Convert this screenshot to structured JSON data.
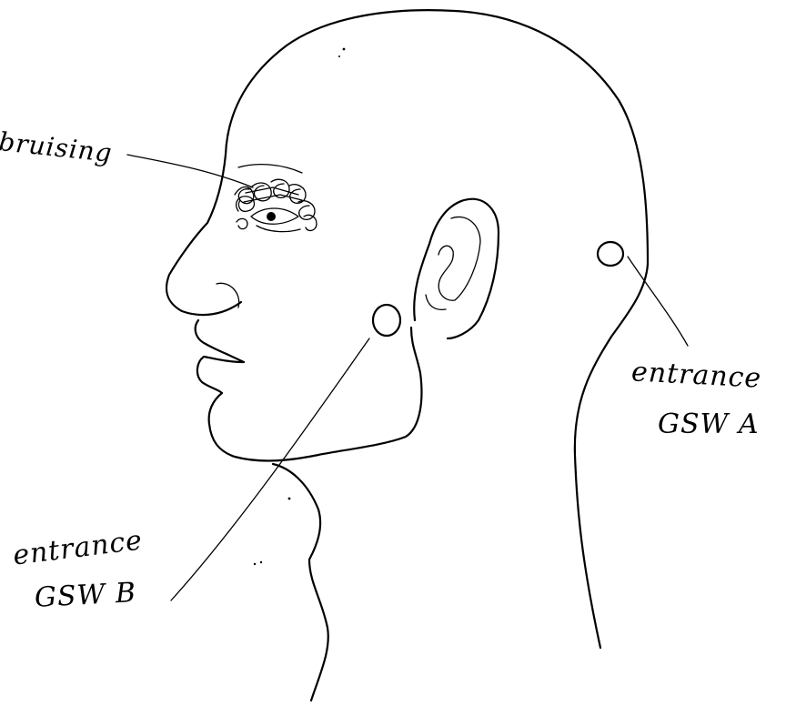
{
  "labels": {
    "bruising": "bruising",
    "gsw_a_line1": "entrance",
    "gsw_a_line2": "GSW A",
    "gsw_b_line1": "entrance",
    "gsw_b_line2": "GSW B"
  }
}
